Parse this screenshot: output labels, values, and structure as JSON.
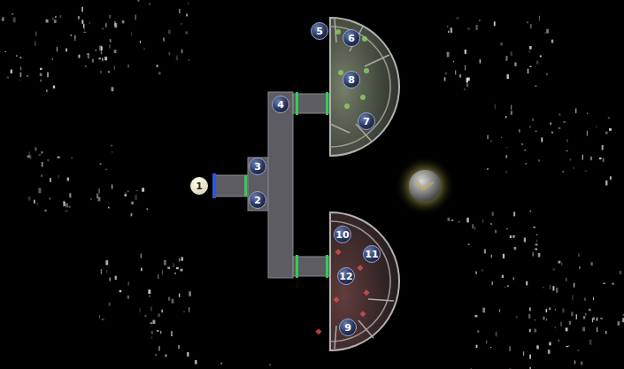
{
  "diagram": {
    "labels": [
      "5",
      "6",
      "8",
      "4",
      "7",
      "3",
      "1",
      "2",
      "10",
      "11",
      "12",
      "9"
    ]
  }
}
